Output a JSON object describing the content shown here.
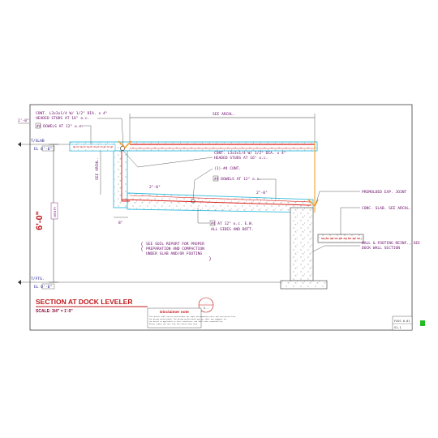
{
  "drawing": {
    "title": "SECTION AT DOCK LEVELER",
    "scale": "SCALE: 3/4\" = 1'-0\"",
    "sheet_ref_top": "--",
    "sheet_ref_bottom": "S--",
    "sheet_number": "FS07.0-01",
    "version": "V1.1",
    "indicator_color": "#22bb22"
  },
  "disclaimer": {
    "title": "Disclaimer note",
    "lines": [
      "This detail shall not be used without the input and mandatory notes and instruction from",
      "the design professional. The design professional may use their own judgment for",
      "the detail as applicable to their conditions, and shall take responsibility.",
      "Please remove the note from this detail when used."
    ]
  },
  "dimensions": {
    "height": "6'-0\"",
    "height_tag": "VERIFY",
    "top_offset": "2'-0\"",
    "t_slab_label": "T/SLAB",
    "t_slab_el": "EL 0'-0\"",
    "t_ftg_label": "T/FTG.",
    "t_ftg_el": "EL 0'-0\"",
    "see_archl_top": "SEE ARCHL.",
    "see_archl_vert": "SEE ARCHL.",
    "slope_left": "2\"-0\"",
    "slope_right": "2\"-0\"",
    "bottom_width": "8\""
  },
  "notes": {
    "cont_l_top_1": "CONT. L3x3x1/4 W/ 1/2\" DIA. x 4\"",
    "cont_l_top_2": "HEADED STUDS AT 16\" o.c.",
    "dowels_top": "#4 DOWELS AT 12\" o.c.",
    "cont_l_mid_1": "CONT. L3x3x1/4 W/ 1/2\" DIA. x 4\"",
    "cont_l_mid_2": "HEADED STUDS AT 16\" o.c.",
    "cont_bars": "(1)-#4 CONT.",
    "dowels_mid": "#4 DOWELS AT 12\" o.c.",
    "bars_each_way_1": "#4 AT 12\" o.c. E.W.",
    "bars_each_way_2": "ALL SIDES AND BOTT.",
    "soil_1": "SEE SOIL REPORT FOR PROPER",
    "soil_2": "PREPARATION AND COMPACTION",
    "soil_3": "UNDER SLAB AND/OR FOOTING",
    "exp_joint": "PREMOLDED EXP. JOINT",
    "conc_slab": "CONC. SLAB. SEE ARCHL.",
    "wall_1": "WALL & FOOTING REINF., SEE",
    "wall_2": "DOCK WALL SECTION"
  }
}
